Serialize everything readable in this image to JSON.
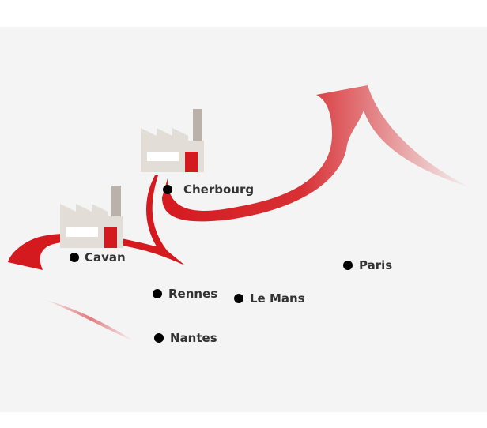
{
  "map": {
    "background_color": "#f4f4f4",
    "route_color": "#d41a1f",
    "factory_wall_color": "#e3ddd8",
    "factory_chimney_color": "#b9b1aa",
    "factory_door_color": "#d41a1f",
    "cities": [
      {
        "id": "cherbourg",
        "label": "Cherbourg"
      },
      {
        "id": "cavan",
        "label": "Cavan"
      },
      {
        "id": "paris",
        "label": "Paris"
      },
      {
        "id": "rennes",
        "label": "Rennes"
      },
      {
        "id": "le-mans",
        "label": "Le Mans"
      },
      {
        "id": "nantes",
        "label": "Nantes"
      }
    ],
    "factories": [
      {
        "id": "factory-cherbourg",
        "icon": "factory-icon"
      },
      {
        "id": "factory-cavan",
        "icon": "factory-icon"
      }
    ]
  }
}
